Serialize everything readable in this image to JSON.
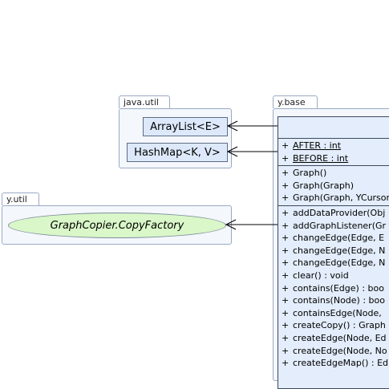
{
  "packages": {
    "java_util": {
      "name": "java.util",
      "classes": [
        "ArrayList<E>",
        "HashMap<K, V>"
      ]
    },
    "y_util": {
      "name": "y.util",
      "classes": [
        "GraphCopier.CopyFactory"
      ]
    },
    "y_base": {
      "name": "y.base",
      "class": {
        "name": "",
        "fields": [
          {
            "vis": "+",
            "text": "AFTER : int"
          },
          {
            "vis": "+",
            "text": "BEFORE : int"
          }
        ],
        "constructors": [
          {
            "vis": "+",
            "text": "Graph()"
          },
          {
            "vis": "+",
            "text": "Graph(Graph)"
          },
          {
            "vis": "+",
            "text": "Graph(Graph, YCursor"
          }
        ],
        "methods": [
          {
            "vis": "+",
            "text": "addDataProvider(Obj"
          },
          {
            "vis": "+",
            "text": "addGraphListener(Gr"
          },
          {
            "vis": "+",
            "text": "changeEdge(Edge, E"
          },
          {
            "vis": "+",
            "text": "changeEdge(Edge, N"
          },
          {
            "vis": "+",
            "text": "changeEdge(Edge, N"
          },
          {
            "vis": "+",
            "text": "clear() : void"
          },
          {
            "vis": "+",
            "text": "contains(Edge) : boo"
          },
          {
            "vis": "+",
            "text": "contains(Node) : boo"
          },
          {
            "vis": "+",
            "text": "containsEdge(Node,"
          },
          {
            "vis": "+",
            "text": "createCopy() : Graph"
          },
          {
            "vis": "+",
            "text": "createEdge(Node, Ed"
          },
          {
            "vis": "+",
            "text": "createEdge(Node, No"
          },
          {
            "vis": "+",
            "text": "createEdgeMap() : Ed"
          }
        ]
      }
    }
  },
  "colors": {
    "package_border": "#9aaac4",
    "class_fill": "#dde9fb",
    "interface_fill": "#d9f7c8",
    "line": "#000000"
  }
}
